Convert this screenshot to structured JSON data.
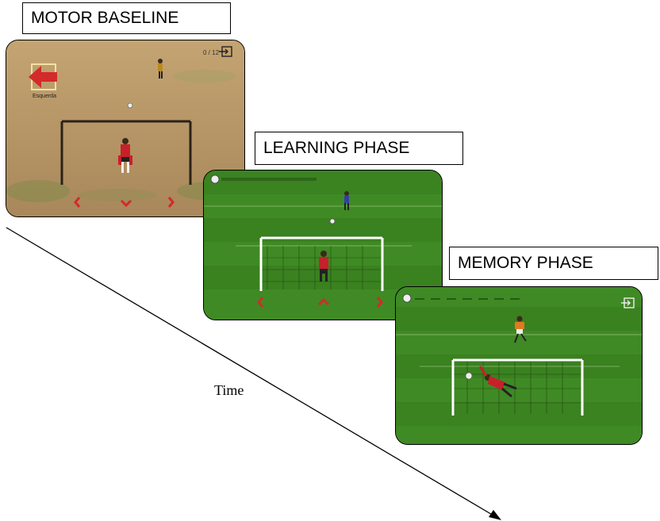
{
  "phases": [
    {
      "label": "MOTOR BASELINE",
      "counter": "0 / 12",
      "direction_text": "Esquerda"
    },
    {
      "label": "LEARNING PHASE"
    },
    {
      "label": "MEMORY PHASE"
    }
  ],
  "axis": {
    "label": "Time"
  },
  "colors": {
    "dirt_field": "#b99a68",
    "grass_field": "#3f8a24",
    "arrow_red": "#d32a2a",
    "goalkeeper_red": "#c8202a"
  },
  "icons": [
    "left-arrow-icon",
    "exit-icon",
    "ball-icon",
    "chevron-left-icon",
    "chevron-down-icon",
    "chevron-up-icon",
    "chevron-right-icon"
  ]
}
